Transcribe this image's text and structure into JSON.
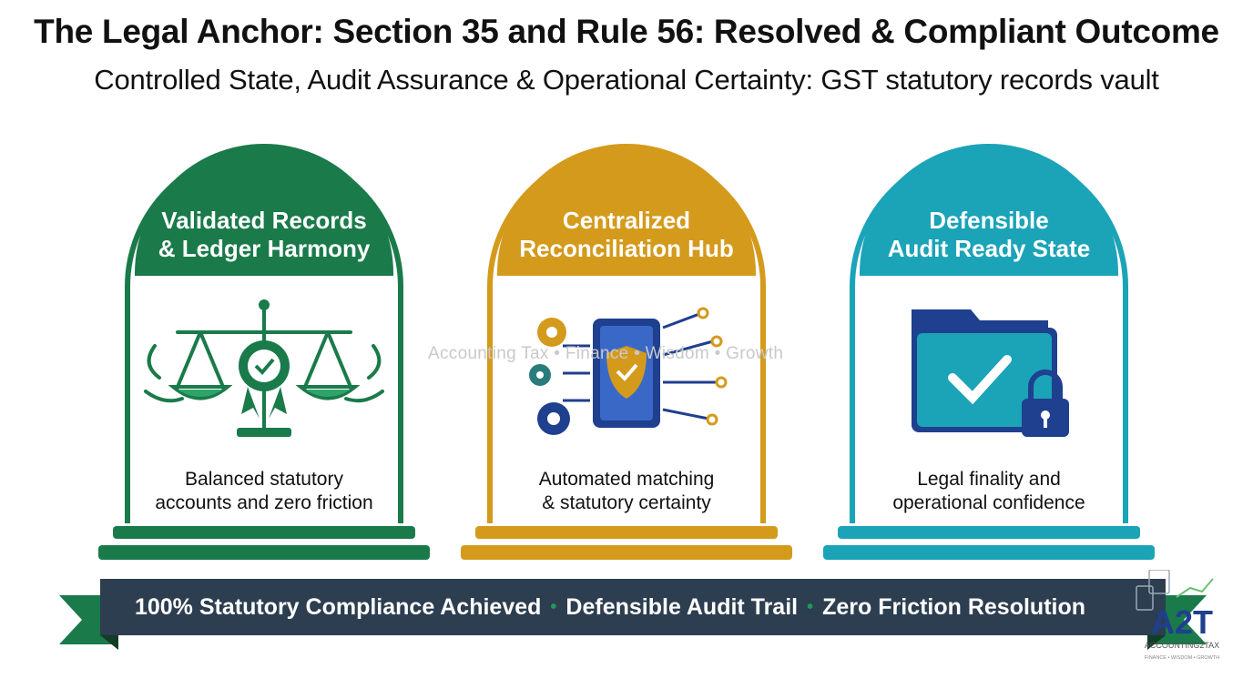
{
  "title": "The Legal Anchor: Section 35 and Rule 56: Resolved & Compliant Outcome",
  "subtitle": "Controlled State, Audit Assurance & Operational Certainty: GST statutory records vault",
  "cards": [
    {
      "heading_line1": "Validated Records",
      "heading_line2": "& Ledger Harmony",
      "caption_line1": "Balanced statutory",
      "caption_line2": "accounts and zero friction",
      "icon": "balance-scale-icon",
      "color": "#1a7a4a"
    },
    {
      "heading_line1": "Centralized",
      "heading_line2": "Reconciliation Hub",
      "caption_line1": "Automated matching",
      "caption_line2": "& statutory certainty",
      "icon": "circuit-shield-icon",
      "color": "#d49a1c"
    },
    {
      "heading_line1": "Defensible",
      "heading_line2": "Audit Ready State",
      "caption_line1": "Legal finality and",
      "caption_line2": "operational confidence",
      "icon": "locked-folder-icon",
      "color": "#1ba3b8"
    }
  ],
  "watermark": "Accounting Tax • Finance • Wisdom • Growth",
  "banner": {
    "item1": "100% Statutory Compliance Achieved",
    "item2": "Defensible Audit Trail",
    "item3": "Zero Friction Resolution",
    "separator": "•",
    "color": "#2c3e4f",
    "ribbon_color": "#1a7a4a"
  },
  "logo": {
    "mark": "A2T",
    "name": "ACCOUNTING2TAX",
    "tagline": "FINANCE • WISDOM • GROWTH"
  }
}
